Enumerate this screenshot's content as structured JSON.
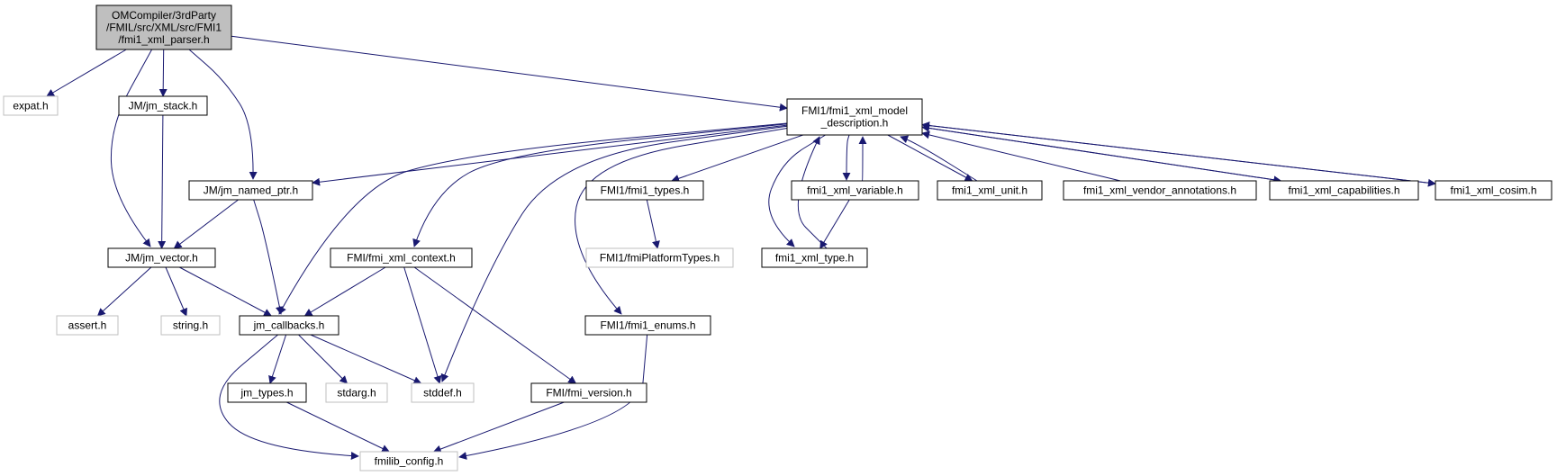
{
  "graph": {
    "nodes": [
      {
        "id": "parser",
        "lines": [
          "OMCompiler/3rdParty",
          "/FMIL/src/XML/src/FMI1",
          "/fmi1_xml_parser.h"
        ],
        "kind": "root"
      },
      {
        "id": "expat",
        "lines": [
          "expat.h"
        ],
        "kind": "external"
      },
      {
        "id": "jmstack",
        "lines": [
          "JM/jm_stack.h"
        ],
        "kind": "header"
      },
      {
        "id": "model",
        "lines": [
          "FMI1/fmi1_xml_model",
          "_description.h"
        ],
        "kind": "header"
      },
      {
        "id": "named",
        "lines": [
          "JM/jm_named_ptr.h"
        ],
        "kind": "header"
      },
      {
        "id": "types",
        "lines": [
          "FMI1/fmi1_types.h"
        ],
        "kind": "header"
      },
      {
        "id": "variable",
        "lines": [
          "fmi1_xml_variable.h"
        ],
        "kind": "header"
      },
      {
        "id": "unit",
        "lines": [
          "fmi1_xml_unit.h"
        ],
        "kind": "header"
      },
      {
        "id": "vendor",
        "lines": [
          "fmi1_xml_vendor_annotations.h"
        ],
        "kind": "header"
      },
      {
        "id": "capab",
        "lines": [
          "fmi1_xml_capabilities.h"
        ],
        "kind": "header"
      },
      {
        "id": "cosim",
        "lines": [
          "fmi1_xml_cosim.h"
        ],
        "kind": "header"
      },
      {
        "id": "vector",
        "lines": [
          "JM/jm_vector.h"
        ],
        "kind": "header"
      },
      {
        "id": "context",
        "lines": [
          "FMI/fmi_xml_context.h"
        ],
        "kind": "header"
      },
      {
        "id": "platform",
        "lines": [
          "FMI1/fmiPlatformTypes.h"
        ],
        "kind": "external"
      },
      {
        "id": "xmltype",
        "lines": [
          "fmi1_xml_type.h"
        ],
        "kind": "header"
      },
      {
        "id": "assert",
        "lines": [
          "assert.h"
        ],
        "kind": "external"
      },
      {
        "id": "string",
        "lines": [
          "string.h"
        ],
        "kind": "external"
      },
      {
        "id": "callbacks",
        "lines": [
          "jm_callbacks.h"
        ],
        "kind": "header"
      },
      {
        "id": "enums",
        "lines": [
          "FMI1/fmi1_enums.h"
        ],
        "kind": "header"
      },
      {
        "id": "jmtypes",
        "lines": [
          "jm_types.h"
        ],
        "kind": "header"
      },
      {
        "id": "stdarg",
        "lines": [
          "stdarg.h"
        ],
        "kind": "external"
      },
      {
        "id": "stddef",
        "lines": [
          "stddef.h"
        ],
        "kind": "external"
      },
      {
        "id": "version",
        "lines": [
          "FMI/fmi_version.h"
        ],
        "kind": "header"
      },
      {
        "id": "config",
        "lines": [
          "fmilib_config.h"
        ],
        "kind": "external"
      }
    ],
    "edges": [
      {
        "from": "parser",
        "to": "expat"
      },
      {
        "from": "parser",
        "to": "jmstack"
      },
      {
        "from": "parser",
        "to": "vector"
      },
      {
        "from": "parser",
        "to": "named"
      },
      {
        "from": "parser",
        "to": "model"
      },
      {
        "from": "jmstack",
        "to": "vector"
      },
      {
        "from": "named",
        "to": "vector"
      },
      {
        "from": "named",
        "to": "callbacks"
      },
      {
        "from": "vector",
        "to": "assert"
      },
      {
        "from": "vector",
        "to": "string"
      },
      {
        "from": "vector",
        "to": "callbacks"
      },
      {
        "from": "model",
        "to": "named"
      },
      {
        "from": "model",
        "to": "callbacks"
      },
      {
        "from": "model",
        "to": "context"
      },
      {
        "from": "model",
        "to": "stddef"
      },
      {
        "from": "model",
        "to": "enums"
      },
      {
        "from": "model",
        "to": "types"
      },
      {
        "from": "model",
        "to": "xmltype"
      },
      {
        "from": "model",
        "to": "variable"
      },
      {
        "from": "variable",
        "to": "model"
      },
      {
        "from": "variable",
        "to": "xmltype"
      },
      {
        "from": "xmltype",
        "to": "model"
      },
      {
        "from": "model",
        "to": "unit"
      },
      {
        "from": "unit",
        "to": "model"
      },
      {
        "from": "vendor",
        "to": "model"
      },
      {
        "from": "model",
        "to": "capab"
      },
      {
        "from": "capab",
        "to": "model"
      },
      {
        "from": "model",
        "to": "cosim"
      },
      {
        "from": "cosim",
        "to": "model"
      },
      {
        "from": "types",
        "to": "platform"
      },
      {
        "from": "context",
        "to": "callbacks"
      },
      {
        "from": "context",
        "to": "stddef"
      },
      {
        "from": "context",
        "to": "version"
      },
      {
        "from": "callbacks",
        "to": "jmtypes"
      },
      {
        "from": "callbacks",
        "to": "stdarg"
      },
      {
        "from": "callbacks",
        "to": "stddef"
      },
      {
        "from": "callbacks",
        "to": "config"
      },
      {
        "from": "jmtypes",
        "to": "config"
      },
      {
        "from": "version",
        "to": "config"
      },
      {
        "from": "enums",
        "to": "config"
      }
    ]
  },
  "colors": {
    "edge": "#191970",
    "root_fill": "#bfbfbf",
    "node_fill": "#ffffff",
    "node_border": "#000000",
    "external_border": "#bfbfbf",
    "text": "#000000"
  }
}
